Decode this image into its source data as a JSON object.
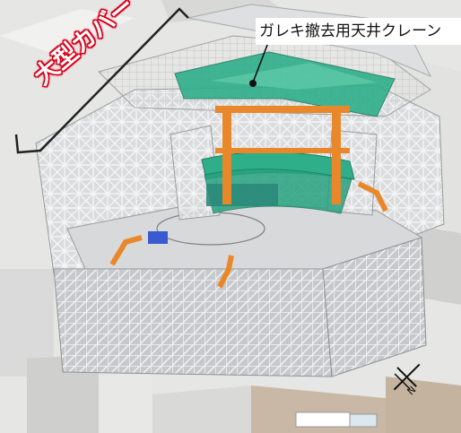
{
  "labels": {
    "large_cover": "大型カバー",
    "crane_callout": "ガレキ撤去用天井クレーン",
    "north_mark": "N"
  },
  "colors": {
    "background": "#fbe3e4",
    "crane_green": "#2fae8a",
    "support_orange": "#e8882a",
    "label_red": "#d8001c"
  }
}
